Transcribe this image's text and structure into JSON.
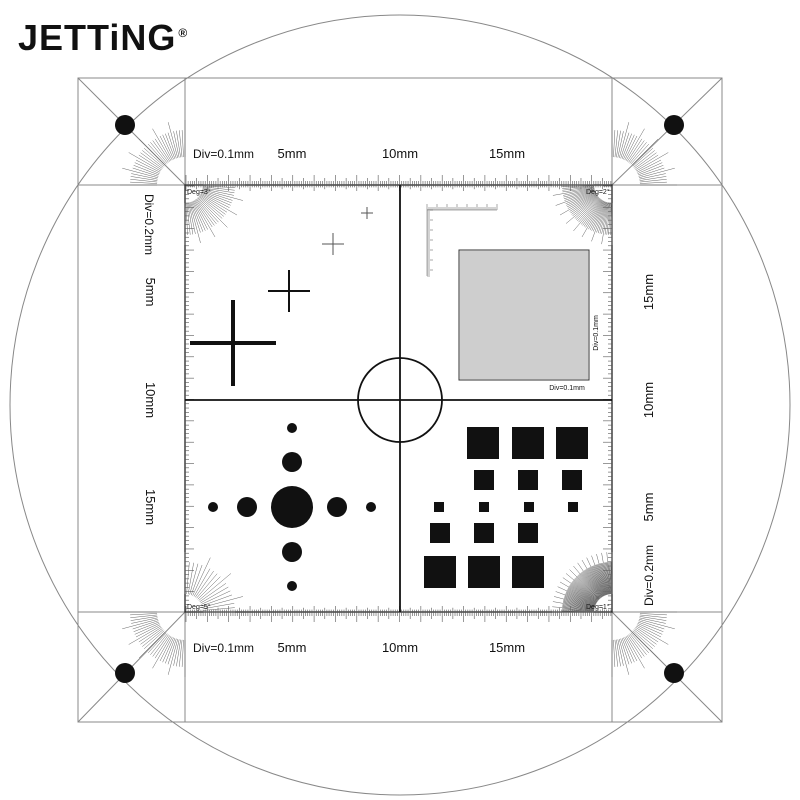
{
  "brand": {
    "name": "JETTiNG",
    "mark": "®"
  },
  "rulers": {
    "top_div": "Div=0.1mm",
    "bottom_div": "Div=0.1mm",
    "left_div": "Div=0.2mm",
    "right_div": "Div=0.2mm",
    "top_labels": [
      "5mm",
      "10mm",
      "15mm"
    ],
    "bottom_labels": [
      "5mm",
      "10mm",
      "15mm"
    ],
    "left_labels": [
      "5mm",
      "10mm",
      "15mm"
    ],
    "right_labels": [
      "15mm",
      "10mm",
      "5mm"
    ]
  },
  "degree_labels": {
    "top_left": "Deg=3°",
    "top_right": "Deg=2°",
    "bottom_left": "Deg=5°",
    "bottom_right": "Deg=1°"
  },
  "grid_labels": {
    "vertical": "Div=0.1mm",
    "horizontal": "Div=0.1mm"
  },
  "colors": {
    "ink": "#111111",
    "frame": "#888888",
    "background": "#ffffff"
  }
}
